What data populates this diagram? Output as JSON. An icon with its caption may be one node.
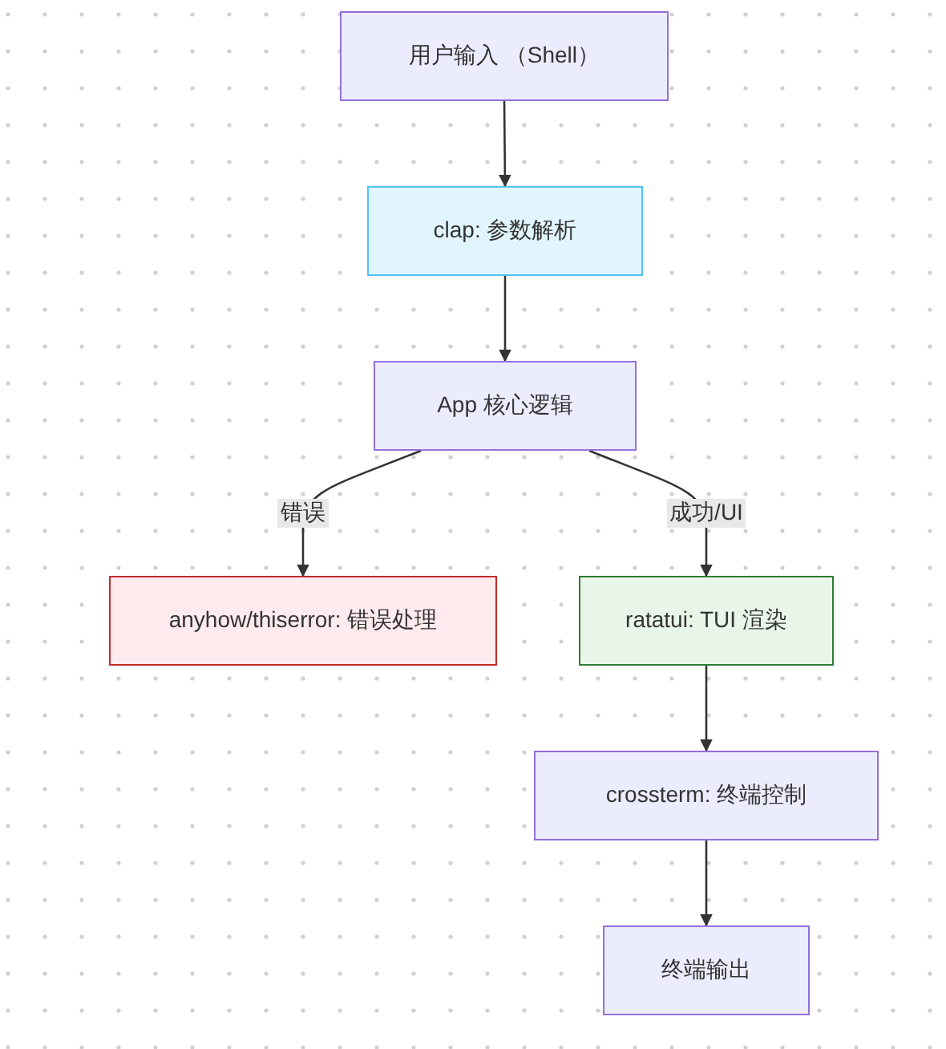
{
  "diagram": {
    "nodes": [
      {
        "text": [
          "用户输入 （Shell）"
        ]
      },
      {
        "text": [
          "clap: 参数解析"
        ]
      },
      {
        "text": [
          "App 核心逻辑"
        ]
      },
      {
        "text": [
          "anyhow/thiserror: 错误处理"
        ]
      },
      {
        "text": [
          "ratatui: TUI 渲染"
        ]
      },
      {
        "text": [
          "crossterm: 终端控制"
        ]
      },
      {
        "text": [
          "终端输出"
        ]
      }
    ],
    "edges": [
      {
        "from": 0,
        "to": 1,
        "arrow": "to"
      },
      {
        "from": 1,
        "to": 2,
        "arrow": "to"
      },
      {
        "from": 2,
        "to": 3,
        "arrow": "to",
        "label": "错误"
      },
      {
        "from": 2,
        "to": 4,
        "arrow": "to",
        "label": "成功/UI"
      },
      {
        "from": 4,
        "to": 5,
        "arrow": "to"
      },
      {
        "from": 5,
        "to": 6,
        "arrow": "to"
      }
    ]
  }
}
